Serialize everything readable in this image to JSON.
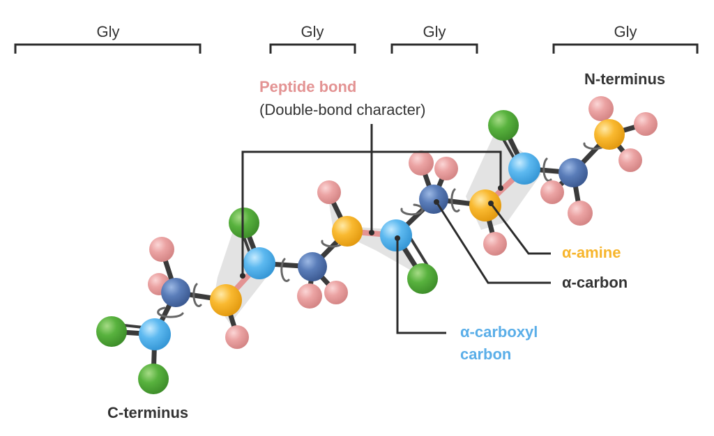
{
  "residues": [
    "Gly",
    "Gly",
    "Gly",
    "Gly"
  ],
  "labels": {
    "peptide_bond": "Peptide bond",
    "double_bond_character": "(Double-bond character)",
    "n_terminus": "N-terminus",
    "c_terminus": "C-terminus",
    "alpha_amine": "α-amine",
    "alpha_carbon": "α-carbon",
    "alpha_carboxyl_line1": "α-carboxyl",
    "alpha_carboxyl_line2": "carbon"
  },
  "colors": {
    "peptide_bond": "#E39393",
    "alpha_amine": "#F7B52C",
    "alpha_carbon": "#333333",
    "alpha_carboxyl": "#5AAEE8",
    "nitrogen_atom": "#F9B930",
    "carbon_alpha_atom": "#4F72AE",
    "carbonyl_carbon_atom": "#5DB9F0",
    "oxygen_atom": "#52AE3A",
    "hydrogen_atom": "#E9A0A0",
    "bond": "#3A3A3A",
    "plane": "#E3E3E3"
  },
  "atom_types": [
    "nitrogen",
    "alpha-carbon",
    "carbonyl-carbon",
    "oxygen",
    "hydrogen"
  ]
}
